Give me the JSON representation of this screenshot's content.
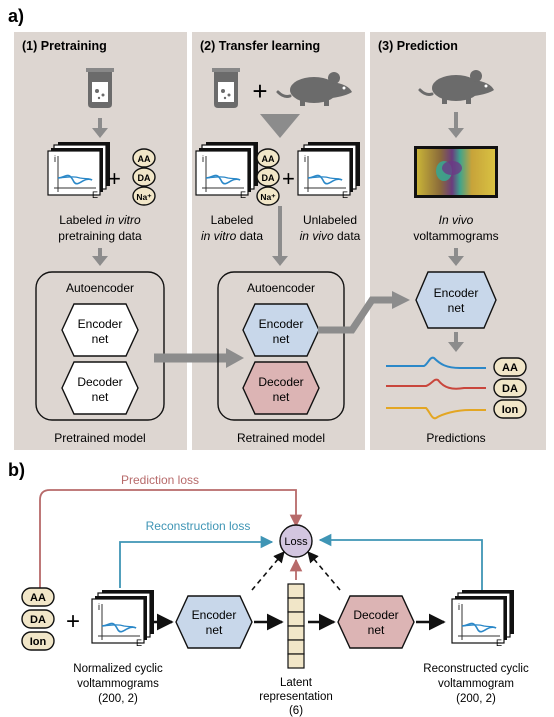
{
  "panel_a": {
    "label": "a)",
    "columns": [
      {
        "heading": "(1) Pretraining"
      },
      {
        "heading": "(2) Transfer learning"
      },
      {
        "heading": "(3) Prediction"
      }
    ],
    "pretraining": {
      "data_caption_pre": "Labeled ",
      "data_caption_em": "in vitro",
      "data_caption_line2": "pretraining data",
      "model_title": "Autoencoder",
      "encoder": [
        "Encoder",
        "net"
      ],
      "decoder": [
        "Decoder",
        "net"
      ],
      "model_caption": "Pretrained model"
    },
    "transfer": {
      "labeled_line1": "Labeled",
      "labeled_em": "in vitro",
      "labeled_rest": " data",
      "unlabeled_line1": "Unlabeled",
      "unlabeled_em": "in vivo",
      "unlabeled_rest": " data",
      "model_title": "Autoencoder",
      "encoder": [
        "Encoder",
        "net"
      ],
      "decoder": [
        "Decoder",
        "net"
      ],
      "model_caption": "Retrained model"
    },
    "prediction": {
      "invivo_em": "In vivo",
      "invivo_line2": "voltammograms",
      "encoder": [
        "Encoder",
        "net"
      ],
      "caption": "Predictions"
    },
    "analytes": [
      "AA",
      "DA",
      "Na⁺"
    ],
    "outputs": [
      "AA",
      "DA",
      "Ion"
    ],
    "plus": "+",
    "axis_i": "i",
    "axis_E": "E"
  },
  "panel_b": {
    "label": "b)",
    "prediction_loss": "Prediction loss",
    "reconstruction_loss": "Reconstruction loss",
    "loss": "Loss",
    "labels": [
      "AA",
      "DA",
      "Ion"
    ],
    "plus": "+",
    "encoder": [
      "Encoder",
      "net"
    ],
    "decoder": [
      "Decoder",
      "net"
    ],
    "input_caption": [
      "Normalized cyclic",
      "voltammograms",
      "(200, 2)"
    ],
    "latent_caption": [
      "Latent",
      "representation",
      "(6)"
    ],
    "output_caption": [
      "Reconstructed cyclic",
      "voltammogram",
      "(200, 2)"
    ]
  },
  "colors": {
    "panel_bg": "#ddd6d1",
    "arrow_gray": "#8c8c8c",
    "encoder_blue": "#c8d7ea",
    "decoder_pink": "#dcb4b4",
    "loss_purple": "#d3c6e0",
    "label_cream": "#f1e6c8",
    "prediction_red": "#b76a6a",
    "reconstruction_blue": "#3f95b5",
    "trace_blue": "#2b88c8",
    "trace_red": "#c9463c",
    "trace_yellow": "#e3a623"
  }
}
